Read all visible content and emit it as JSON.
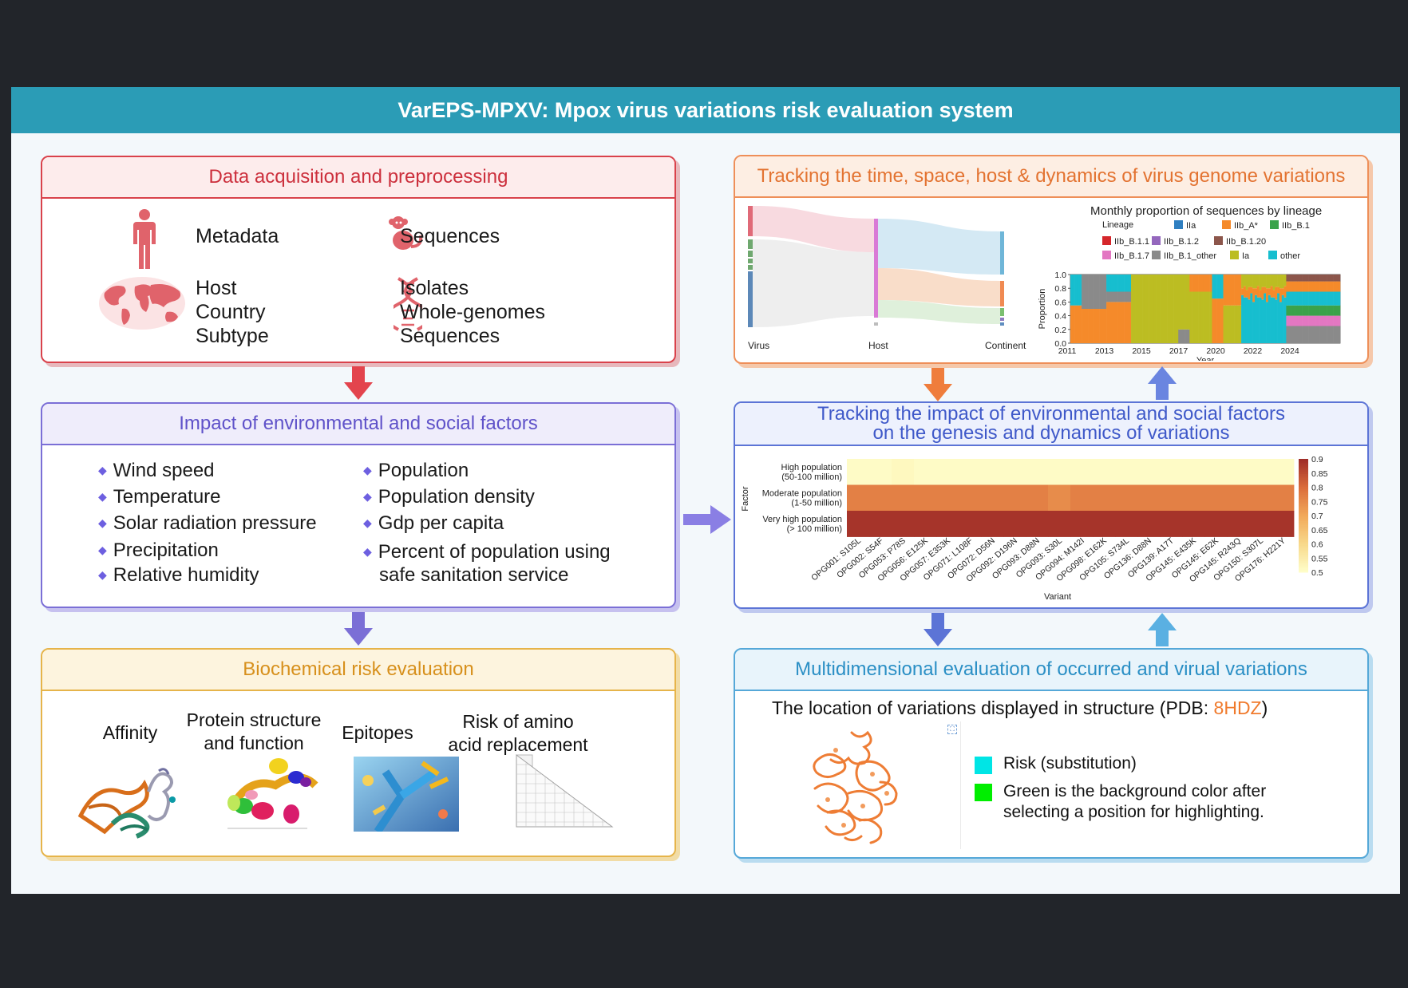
{
  "title": "VarEPS-MPXV:  Mpox virus variations risk evaluation system",
  "data_panel": {
    "heading": "Data acquisition and preprocessing",
    "metadata_label": "Metadata",
    "sequences_label": "Sequences",
    "geo_lines": [
      "Host",
      "Country",
      "Subtype"
    ],
    "isolate_lines": [
      "Isolates",
      "Whole-genomes",
      "Sequences"
    ],
    "icon_color": "#e0636b"
  },
  "env_panel": {
    "heading": "Impact of environmental and social factors",
    "left_items": [
      "Wind speed",
      "Temperature",
      "Solar radiation pressure",
      "Precipitation",
      "Relative humidity"
    ],
    "right_items": [
      "Population",
      "Population density",
      "Gdp per capita",
      "Percent of population using",
      "safe sanitation service"
    ]
  },
  "bio_panel": {
    "heading": "Biochemical risk evaluation",
    "items": [
      {
        "line1": "Affinity",
        "line2": ""
      },
      {
        "line1": "Protein structure",
        "line2": "and function"
      },
      {
        "line1": "Epitopes",
        "line2": ""
      },
      {
        "line1": "Risk of amino",
        "line2": "acid replacement"
      }
    ]
  },
  "track_panel": {
    "heading": "Tracking the time, space, host & dynamics of virus genome variations",
    "sankey_axes": [
      "Virus",
      "Host",
      "Continent"
    ],
    "chart_title": "Monthly proportion of sequences by lineage",
    "legend_title": "Lineage",
    "legend": [
      {
        "name": "IIa",
        "color": "#2f7fc1"
      },
      {
        "name": "IIb_A*",
        "color": "#f58a2a"
      },
      {
        "name": "IIb_B.1",
        "color": "#3aa24a"
      },
      {
        "name": "IIb_B.1.1",
        "color": "#d5262b"
      },
      {
        "name": "IIb_B.1.2",
        "color": "#9467bd"
      },
      {
        "name": "IIb_B.1.20",
        "color": "#8c564b"
      },
      {
        "name": "IIb_B.1.7",
        "color": "#e377c2"
      },
      {
        "name": "IIb_B.1_other",
        "color": "#8a8a8a"
      },
      {
        "name": "Ia",
        "color": "#bcbd22"
      },
      {
        "name": "other",
        "color": "#17becf"
      }
    ],
    "ylabel": "Proportion",
    "xlabel": "Year",
    "yticks": [
      "1.0",
      "0.8",
      "0.6",
      "0.4",
      "0.2",
      "0.0"
    ],
    "xticks": [
      "2011",
      "2013",
      "2015",
      "2017",
      "2020",
      "2022",
      "2024"
    ]
  },
  "impact_panel": {
    "heading_line1": "Tracking the impact of environmental and social factors",
    "heading_line2": "on the genesis and dynamics of variations",
    "ylabel": "Factor",
    "xlabel": "Variant",
    "rows": [
      {
        "line1": "High population",
        "line2": "(50-100 million)"
      },
      {
        "line1": "Moderate population",
        "line2": "(1-50 million)"
      },
      {
        "line1": "Very high population",
        "line2": "(> 100 million)"
      }
    ],
    "variants": [
      "OPG001: S105L",
      "OPG002: S54F",
      "OPG053: P78S",
      "OPG056: E125K",
      "OPG057: E353K",
      "OPG071: L108F",
      "OPG072: D56N",
      "OPG092: D196N",
      "OPG093: D88N",
      "OPG093: S30L",
      "OPG094: M142I",
      "OPG098: E162K",
      "OPG105: S734L",
      "OPG136: D88N",
      "OPG139: A17T",
      "OPG145: E435K",
      "OPG145: E62K",
      "OPG145: R243Q",
      "OPG150: S307L",
      "OPG176: H221Y"
    ],
    "colorbar_ticks": [
      "0.9",
      "0.85",
      "0.8",
      "0.75",
      "0.7",
      "0.65",
      "0.6",
      "0.55",
      "0.5"
    ]
  },
  "multi_panel": {
    "heading": "Multidimensional evaluation of occurred and virual variations",
    "subtitle_prefix": "The location of variations displayed in structure (PDB: ",
    "pdb_id": "8HDZ",
    "subtitle_suffix": ")",
    "legend1": "Risk (substitution)",
    "legend2_line1": "Green is the background color after",
    "legend2_line2": "selecting a position for highlighting.",
    "risk_color": "#00e5e5",
    "highlight_color": "#00ee00"
  },
  "chart_data": {
    "type": "heatmap",
    "title": "",
    "xlabel": "Variant",
    "ylabel": "Factor",
    "y_categories": [
      "High population (50-100 million)",
      "Moderate population (1-50 million)",
      "Very high population (> 100 million)"
    ],
    "x_categories": [
      "OPG001: S105L",
      "OPG002: S54F",
      "OPG053: P78S",
      "OPG056: E125K",
      "OPG057: E353K",
      "OPG071: L108F",
      "OPG072: D56N",
      "OPG092: D196N",
      "OPG093: D88N",
      "OPG093: S30L",
      "OPG094: M142I",
      "OPG098: E162K",
      "OPG105: S734L",
      "OPG136: D88N",
      "OPG139: A17T",
      "OPG145: E435K",
      "OPG145: E62K",
      "OPG145: R243Q",
      "OPG150: S307L",
      "OPG176: H221Y"
    ],
    "values": [
      [
        0.51,
        0.51,
        0.52,
        0.51,
        0.51,
        0.51,
        0.51,
        0.51,
        0.51,
        0.51,
        0.51,
        0.51,
        0.51,
        0.51,
        0.51,
        0.51,
        0.51,
        0.51,
        0.51,
        0.51
      ],
      [
        0.77,
        0.77,
        0.77,
        0.77,
        0.77,
        0.77,
        0.77,
        0.77,
        0.77,
        0.75,
        0.77,
        0.77,
        0.77,
        0.77,
        0.77,
        0.77,
        0.77,
        0.77,
        0.77,
        0.77
      ],
      [
        0.89,
        0.89,
        0.89,
        0.89,
        0.89,
        0.89,
        0.89,
        0.89,
        0.89,
        0.89,
        0.89,
        0.89,
        0.89,
        0.89,
        0.89,
        0.89,
        0.89,
        0.89,
        0.89,
        0.89
      ]
    ],
    "color_range": [
      0.5,
      0.9
    ]
  }
}
